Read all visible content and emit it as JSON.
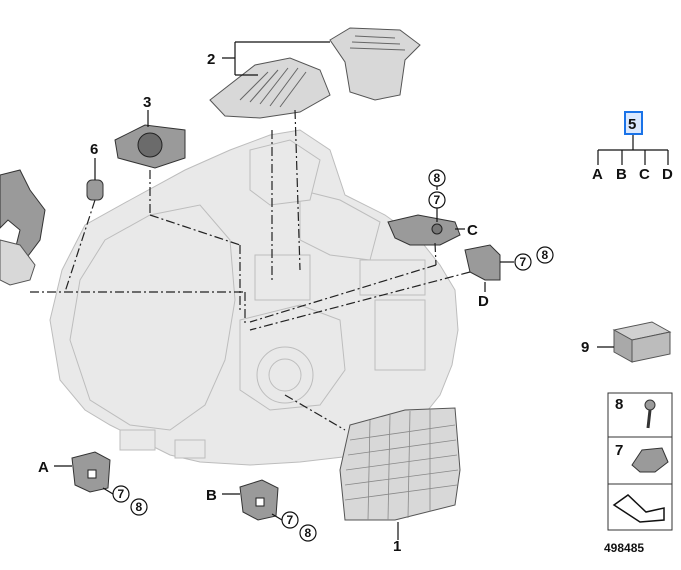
{
  "callouts": {
    "p1": "1",
    "p2": "2",
    "p3": "3",
    "p5": "5",
    "p6": "6",
    "p7": "7",
    "p8": "8",
    "p9": "9"
  },
  "letters": {
    "a": "A",
    "b": "B",
    "c": "C",
    "d": "D"
  },
  "tree": [
    "A",
    "B",
    "C",
    "D"
  ],
  "image_number": "498485",
  "colors": {
    "highlight": "#1a73e8",
    "ghost_fill": "#e9e9e9",
    "part_fill": "#d8d8d8",
    "dark_part": "#9a9a9a"
  },
  "icons": [
    "headlight-housing-icon",
    "led-module-icon",
    "cover-icon",
    "fan-icon",
    "bulb-cap-icon",
    "screw-icon",
    "clip-nut-icon",
    "repair-kit-icon",
    "bracket-icon",
    "arrow-kit-icon"
  ]
}
